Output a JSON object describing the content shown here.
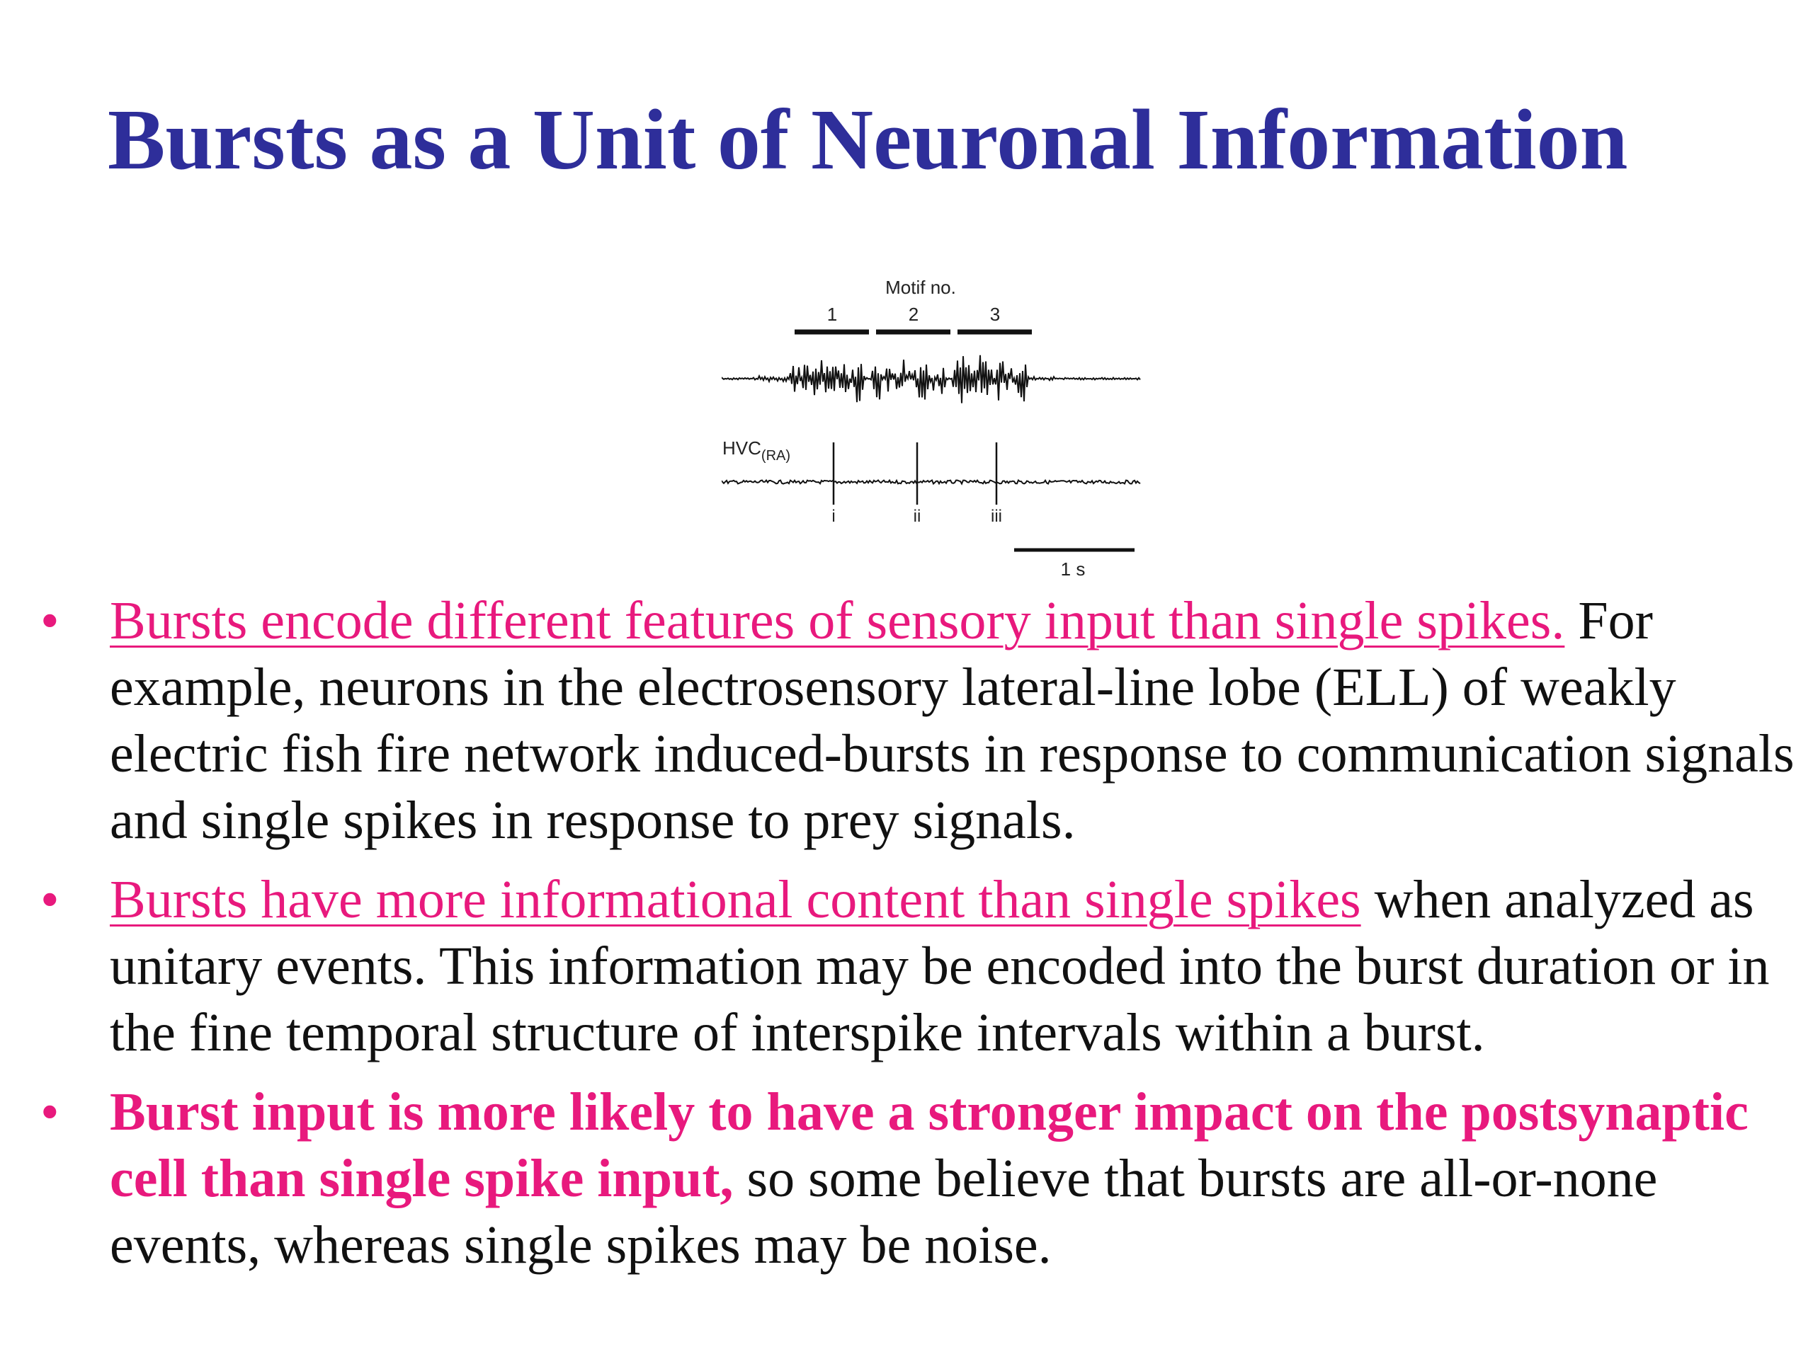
{
  "title": "Bursts as a Unit of Neuronal Information",
  "figure": {
    "motif_heading": "Motif no.",
    "motif_numbers": [
      "1",
      "2",
      "3"
    ],
    "hvc_label": "HVC",
    "hvc_subscript": "(RA)",
    "burst_labels": [
      "i",
      "ii",
      "iii"
    ],
    "scale_label": "1 s"
  },
  "bullets": [
    {
      "highlight": "Bursts encode different features of sensory input than single spikes.",
      "text": " For example, neurons in the electrosensory lateral-line lobe (ELL) of weakly electric fish fire network induced-bursts in response to communication signals and single spikes in response to prey signals."
    },
    {
      "highlight": "Bursts have more informational content than single spikes",
      "text": " when analyzed as unitary events. This information may be encoded into the burst duration or in the fine temporal structure of interspike intervals within a burst."
    },
    {
      "highlight": "Burst input is more likely to have a stronger impact on the postsynaptic cell than single spike input,",
      "text": " so some believe that bursts are all-or-none events, whereas single spikes may be noise."
    }
  ],
  "colors": {
    "title": "#2e2e9a",
    "highlight": "#e8197d",
    "body_text": "#111111"
  }
}
